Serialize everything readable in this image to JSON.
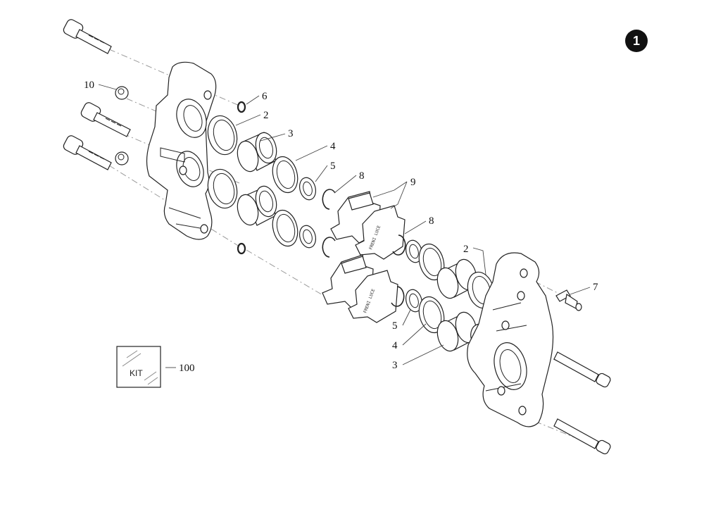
{
  "page_badge": "1",
  "callouts": {
    "c10": "10",
    "c6": "6",
    "c2a": "2",
    "c3a": "3",
    "c4a": "4",
    "c5a": "5",
    "c8a": "8",
    "c9": "9",
    "c8b": "8",
    "c2b": "2",
    "c7": "7",
    "c5b": "5",
    "c4b": "4",
    "c3b": "3",
    "c100": "100"
  },
  "kit_label": "KIT",
  "pad_marking": "FRENI LUCE"
}
